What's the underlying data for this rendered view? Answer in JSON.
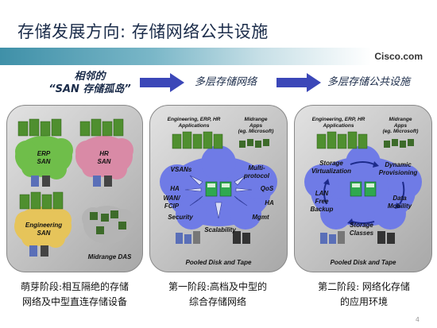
{
  "title": "存储发展方向: 存储网络公共设施",
  "logo": "Cisco.com",
  "categories": {
    "islands": [
      "相邻的",
      "“SAN 存储孤岛”"
    ],
    "multilayer": "多层存储网络",
    "utility": "多层存储公共设施"
  },
  "panel1": {
    "erp": [
      "ERP",
      "SAN"
    ],
    "hr": [
      "HR",
      "SAN"
    ],
    "engineering": [
      "Engineering",
      "SAN"
    ],
    "midrange": "Midrange DAS"
  },
  "panel2": {
    "apps": [
      "Engineering, ERP, HR",
      "Applications"
    ],
    "midrange_apps": [
      "Midrange",
      "Apps",
      "(eg. Microsoft)"
    ],
    "features": {
      "vsans": "VSANs",
      "multiprotocol": [
        "Multi-",
        "protocol"
      ],
      "ha_left": "HA",
      "qos": "QoS",
      "wan": [
        "WAN/",
        "FCIP"
      ],
      "ha_right": "HA",
      "security": "Security",
      "mgmt": "Mgmt",
      "scalability": "Scalability"
    },
    "footer": "Pooled Disk and Tape"
  },
  "panel3": {
    "apps": [
      "Engineering, ERP, HR",
      "Applications"
    ],
    "midrange_apps": [
      "Midrange",
      "Apps",
      "(eg. Microsoft)"
    ],
    "features": {
      "storage_virtualization": [
        "Storage",
        "Virtualization"
      ],
      "dynamic_provisioning": [
        "Dynamic",
        "Provisioning"
      ],
      "lan_free_backup": [
        "LAN",
        "Free",
        "Backup"
      ],
      "data_mobility": [
        "Data",
        "Mobility"
      ],
      "storage_classes": [
        "Storage",
        "Classes"
      ]
    },
    "footer": "Pooled Disk and Tape"
  },
  "captions": {
    "stage0": [
      "萌芽阶段:相互隔绝的存储",
      "网络及中型直连存储设备"
    ],
    "stage1": [
      "第一阶段:高档及中型的",
      "综合存储网络"
    ],
    "stage2": [
      "第二阶段: 网络化存储",
      "的应用环境"
    ]
  },
  "page_number": "4",
  "colors": {
    "title_text": "#1b2c4a",
    "band": "#3f90a8",
    "arrow": "#3b47b8",
    "erp_cloud": "#6fbe4a",
    "hr_cloud": "#d98aa6",
    "engineering_cloud": "#e6c45a",
    "storage_cloud": "#6f7be6",
    "panel": "#c4c4c4"
  }
}
